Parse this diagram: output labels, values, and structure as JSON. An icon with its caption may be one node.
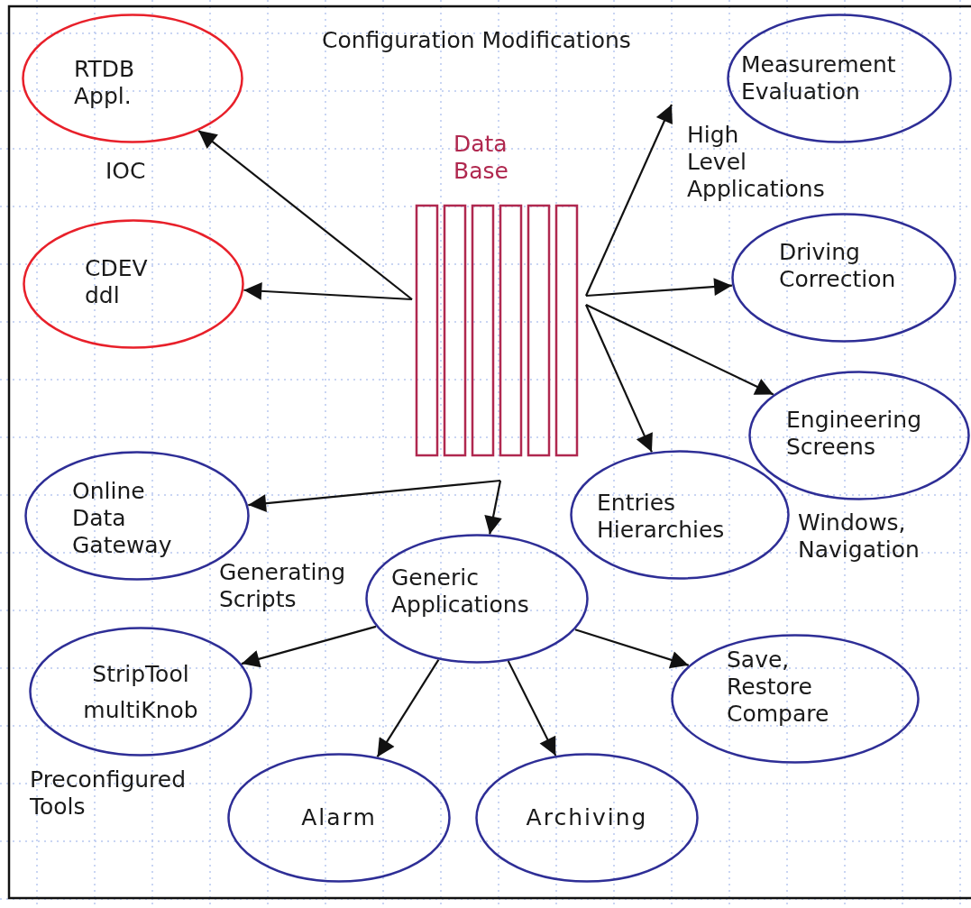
{
  "diagram": {
    "nodes": [
      {
        "text": [
          "RTDB Appl."
        ]
      },
      {
        "text": [
          "CDEV ddl"
        ]
      },
      {
        "text": [
          "Data Base"
        ]
      },
      {
        "text": [
          "Measurement Evaluation"
        ]
      },
      {
        "text": [
          "Driving Correction"
        ]
      },
      {
        "text": [
          "Engineering Screens"
        ]
      },
      {
        "text": [
          "Entries Hierarchies"
        ]
      },
      {
        "text": [
          "Online Data Gateway"
        ]
      },
      {
        "text": [
          "Generic Applications"
        ]
      },
      {
        "text": [
          "StripTool multiKnob"
        ]
      },
      {
        "text": [
          "Save, Restore Compare"
        ]
      },
      {
        "text": [
          "Alarm"
        ]
      },
      {
        "text": [
          "Archiving"
        ]
      }
    ],
    "edges": [
      {
        "from": 2,
        "to": 0,
        "arrow": "to"
      },
      {
        "from": 2,
        "to": 1,
        "arrow": "to"
      },
      {
        "from": 2,
        "to": 3,
        "arrow": "to"
      },
      {
        "from": 2,
        "to": 4,
        "arrow": "to"
      },
      {
        "from": 2,
        "to": 5,
        "arrow": "to"
      },
      {
        "from": 2,
        "to": 6,
        "arrow": "to"
      },
      {
        "from": 2,
        "to": 7,
        "arrow": "to"
      },
      {
        "from": 2,
        "to": 8,
        "arrow": "to"
      },
      {
        "from": 8,
        "to": 9,
        "arrow": "to"
      },
      {
        "from": 8,
        "to": 11,
        "arrow": "to"
      },
      {
        "from": 8,
        "to": 12,
        "arrow": "to"
      },
      {
        "from": 8,
        "to": 10,
        "arrow": "to"
      }
    ],
    "labels": [
      "Configuration Modifications",
      "IOC",
      "High Level Applications",
      "Windows, Navigation",
      "Generating Scripts",
      "Preconfigured Tools"
    ]
  }
}
